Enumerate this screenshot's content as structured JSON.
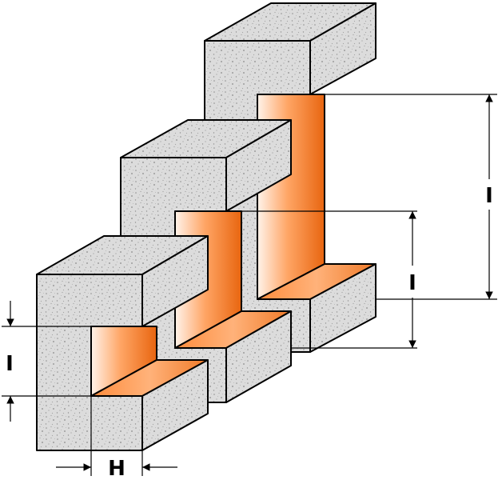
{
  "diagram": {
    "labels": {
      "dim_left_height": "I",
      "dim_middle_height": "I",
      "dim_right_height": "I",
      "dim_width": "H"
    },
    "colors": {
      "block_face": "#dcdcdc",
      "block_speckle": "#8f8f8f",
      "groove_light": "#fff3ea",
      "groove_mid": "#ff9e5a",
      "groove_dark": "#e8650f",
      "outline": "#000000",
      "dimension_line": "#000000"
    }
  }
}
